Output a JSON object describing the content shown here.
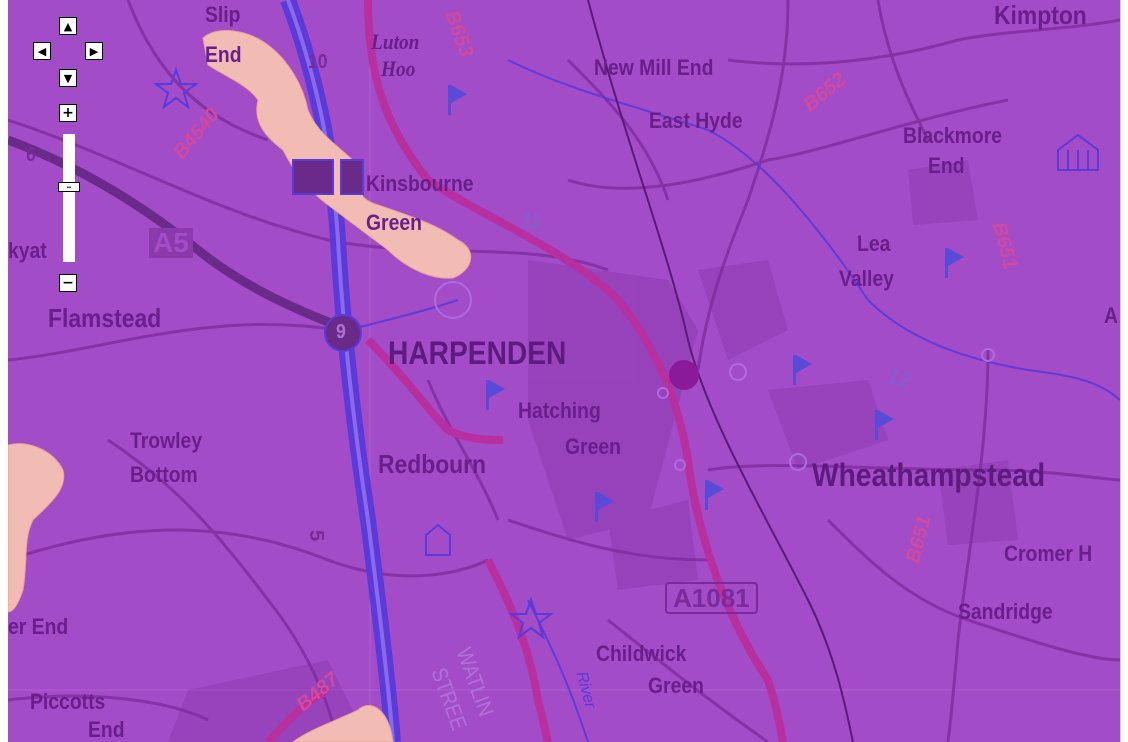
{
  "map": {
    "places": [
      {
        "id": "slip-end-1",
        "text": "Slip"
      },
      {
        "id": "slip-end-2",
        "text": "End"
      },
      {
        "id": "luton-hoo-1",
        "text": "Luton"
      },
      {
        "id": "luton-hoo-2",
        "text": "Hoo"
      },
      {
        "id": "new-mill-end",
        "text": "New Mill End"
      },
      {
        "id": "east-hyde",
        "text": "East Hyde"
      },
      {
        "id": "kimpton",
        "text": "Kimpton"
      },
      {
        "id": "blackmore-end-1",
        "text": "Blackmore"
      },
      {
        "id": "blackmore-end-2",
        "text": "End"
      },
      {
        "id": "kinsbourne-green-1",
        "text": "Kinsbourne"
      },
      {
        "id": "kinsbourne-green-2",
        "text": "Green"
      },
      {
        "id": "lea-valley-1",
        "text": "Lea"
      },
      {
        "id": "lea-valley-2",
        "text": "Valley"
      },
      {
        "id": "kyat",
        "text": "kyat"
      },
      {
        "id": "flamstead",
        "text": "Flamstead"
      },
      {
        "id": "harpenden",
        "text": "HARPENDEN"
      },
      {
        "id": "hatching-green-1",
        "text": "Hatching"
      },
      {
        "id": "hatching-green-2",
        "text": "Green"
      },
      {
        "id": "trowley-bottom-1",
        "text": "Trowley"
      },
      {
        "id": "trowley-bottom-2",
        "text": "Bottom"
      },
      {
        "id": "redbourn",
        "text": "Redbourn"
      },
      {
        "id": "wheathampstead",
        "text": "Wheathampstead"
      },
      {
        "id": "cromer-hyde",
        "text": "Cromer H"
      },
      {
        "id": "sandridge",
        "text": "Sandridge"
      },
      {
        "id": "er-end",
        "text": "er End"
      },
      {
        "id": "childwick-green-1",
        "text": "Childwick"
      },
      {
        "id": "childwick-green-2",
        "text": "Green"
      },
      {
        "id": "piccotts-end-1",
        "text": "Piccotts"
      },
      {
        "id": "piccotts-end-2",
        "text": "End"
      },
      {
        "id": "watling-street-1",
        "text": "WATLIN"
      },
      {
        "id": "watling-street-2",
        "text": "STREE"
      },
      {
        "id": "river",
        "text": "River"
      },
      {
        "id": "edge-a",
        "text": "A"
      }
    ],
    "roads": [
      {
        "id": "b653",
        "text": "B653"
      },
      {
        "id": "b652",
        "text": "B652"
      },
      {
        "id": "b4540",
        "text": "B4540"
      },
      {
        "id": "b651-1",
        "text": "B651"
      },
      {
        "id": "b651-2",
        "text": "B651"
      },
      {
        "id": "b487",
        "text": "B487"
      },
      {
        "id": "a5",
        "text": "A5"
      },
      {
        "id": "a1081",
        "text": "A1081"
      },
      {
        "id": "m1-jn9",
        "text": "9"
      },
      {
        "id": "m1-jn10",
        "text": "10"
      },
      {
        "id": "jn-11",
        "text": "11"
      },
      {
        "id": "jn-12",
        "text": "12"
      },
      {
        "id": "m1-num-5",
        "text": "5"
      },
      {
        "id": "num-6",
        "text": "6"
      }
    ]
  },
  "controls": {
    "pan_up": "▲",
    "pan_left": "◀",
    "pan_right": "▶",
    "pan_down": "▼",
    "zoom_in": "+",
    "zoom_out": "−",
    "slider": "↔"
  }
}
